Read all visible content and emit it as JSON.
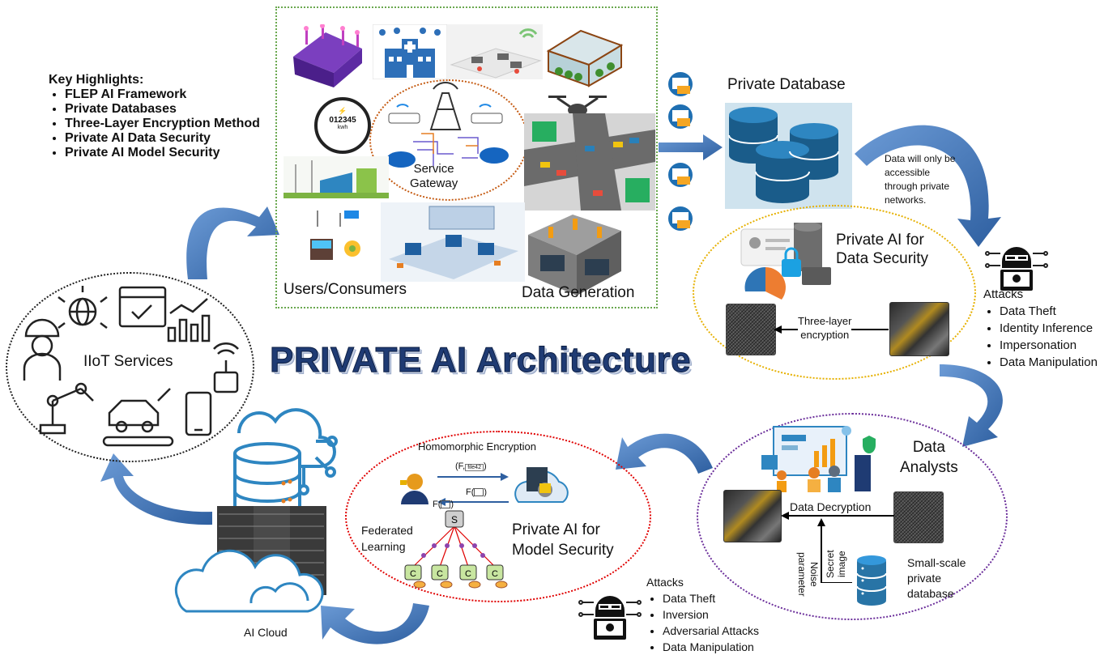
{
  "title": "PRIVATE AI Architecture",
  "highlights": {
    "heading": "Key Highlights:",
    "items": [
      "FLEP AI Framework",
      "Private Databases",
      "Three-Layer Encryption Method",
      "Private AI Data Security",
      "Private AI Model Security"
    ]
  },
  "users": {
    "users_label": "Users/Consumers",
    "data_label": "Data Generation",
    "gateway_label": "Service\nGateway",
    "meter_reading": "012345",
    "meter_unit": "kwh"
  },
  "private_db": {
    "title": "Private Database",
    "note": "Data will only be\naccessible\nthrough private\nnetworks."
  },
  "data_security": {
    "title": "Private AI for\nData Security",
    "encryption_label": "Three-layer\nencryption"
  },
  "attacks_top": {
    "heading": "Attacks",
    "items": [
      "Data Theft",
      "Identity Inference",
      "Impersonation",
      "Data Manipulation"
    ]
  },
  "iiot": {
    "label": "IIoT Services"
  },
  "analysts": {
    "title": "Data\nAnalysts",
    "decryption_label": "Data Decryption",
    "noise_label": "Noise\nparameter",
    "secret_label": "Secret\nimage",
    "db_label": "Small-scale\nprivate\ndatabase"
  },
  "model_security": {
    "homomorphic_label": "Homomorphic Encryption",
    "federated_label": "Federated\nLearning",
    "title": "Private AI for\nModel Security",
    "server_node": "S",
    "client_node": "C",
    "f1": "(F,",
    "f1_file": "file42",
    "f2": "F(",
    "f3": "F("
  },
  "attacks_bottom": {
    "heading": "Attacks",
    "items": [
      "Data Theft",
      "Inversion",
      "Adversarial Attacks",
      "Data Manipulation"
    ]
  },
  "cloud": {
    "label": "AI Cloud"
  },
  "colors": {
    "title_fill": "#1f3b73",
    "arrow_blue": "#4a7fc0",
    "box_green": "#6aa84f",
    "orange_dot": "#c55a11",
    "yellow_dot": "#e6b000",
    "purple_dot": "#6a2d9a",
    "red_dot": "#e00000",
    "db_blue": "#2874a6"
  }
}
